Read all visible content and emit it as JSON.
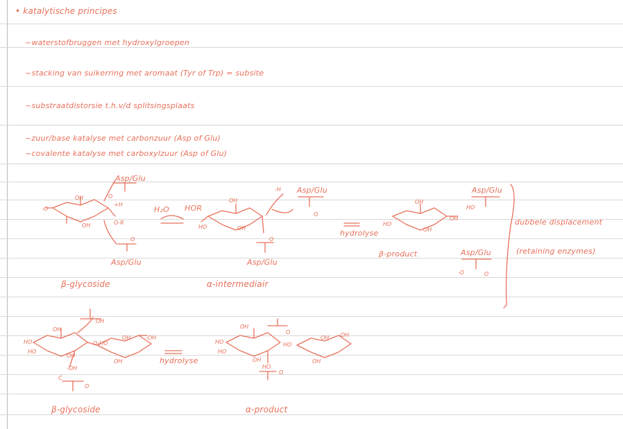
{
  "notes": {
    "title": "• katalytische principes",
    "line1": "~waterstofbruggen met hydroxylgroepen",
    "line2": "~stacking van suikerring met aromaat (Tyr of Trp) = subsite",
    "line3": "~substraatdistorsie t.h.v/d splitsingsplaats",
    "line4": "~zuur/base katalyse met carbonzuur (Asp of Glu)",
    "line5": "~covalente katalyse met carboxylzuur (Asp of Glu)"
  },
  "scheme1": {
    "beta_glycoside_label": "β-glycoside",
    "intermediate_label": "α-intermediair",
    "beta_product_label": "β-product",
    "hydrolyse_label": "hydrolyse",
    "h2o_label": "H₂O",
    "hor_label": "HOR",
    "asp_glu_top": "Asp/Glu",
    "asp_glu_bottom": "Asp/Glu",
    "asp_glu_int_top": "Asp/Glu",
    "asp_glu_int_bottom": "Asp/Glu",
    "asp_glu_prod_top": "Asp/Glu",
    "asp_glu_prod_bottom": "Asp/Glu",
    "double_displacement": "dubbele displacement",
    "retaining": "(retaining enzymes)"
  },
  "scheme2": {
    "beta_glycoside_label": "β-glycoside",
    "alpha_product_label": "α-product",
    "hydrolyse_label": "hydrolyse"
  },
  "colors": {
    "ink": "#e8705a",
    "rule": "#d8d8d8",
    "margin": "#b9b9b9"
  }
}
